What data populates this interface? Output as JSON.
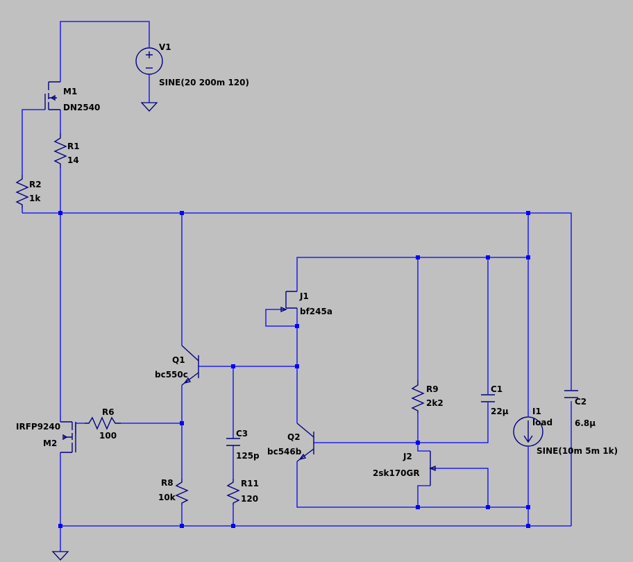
{
  "background": "#c0c0c0",
  "wire_color": "#0000ff",
  "component_color": "#000080",
  "components": {
    "V1": {
      "name": "V1",
      "value": "SINE(20 200m 120)",
      "type": "voltage-source"
    },
    "M1": {
      "name": "M1",
      "value": "DN2540",
      "type": "nmos"
    },
    "R1": {
      "name": "R1",
      "value": "14",
      "type": "resistor"
    },
    "R2": {
      "name": "R2",
      "value": "1k",
      "type": "resistor"
    },
    "M2": {
      "name": "M2",
      "value": "IRFP9240",
      "type": "pmos"
    },
    "R6": {
      "name": "R6",
      "value": "100",
      "type": "resistor"
    },
    "Q1": {
      "name": "Q1",
      "value": "bc550c",
      "type": "npn"
    },
    "R8": {
      "name": "R8",
      "value": "10k",
      "type": "resistor"
    },
    "C3": {
      "name": "C3",
      "value": "125p",
      "type": "capacitor"
    },
    "R11": {
      "name": "R11",
      "value": "120",
      "type": "resistor"
    },
    "J1": {
      "name": "J1",
      "value": "bf245a",
      "type": "njf"
    },
    "Q2": {
      "name": "Q2",
      "value": "bc546b",
      "type": "npn"
    },
    "R9": {
      "name": "R9",
      "value": "2k2",
      "type": "resistor"
    },
    "J2": {
      "name": "J2",
      "value": "2sk170GR",
      "type": "njf"
    },
    "C1": {
      "name": "C1",
      "value": "22µ",
      "type": "capacitor"
    },
    "I1": {
      "name": "I1",
      "value": "SINE(10m 5m 1k)",
      "extra": "load",
      "type": "current-source"
    },
    "C2": {
      "name": "C2",
      "value": "6.8µ",
      "type": "capacitor"
    }
  }
}
